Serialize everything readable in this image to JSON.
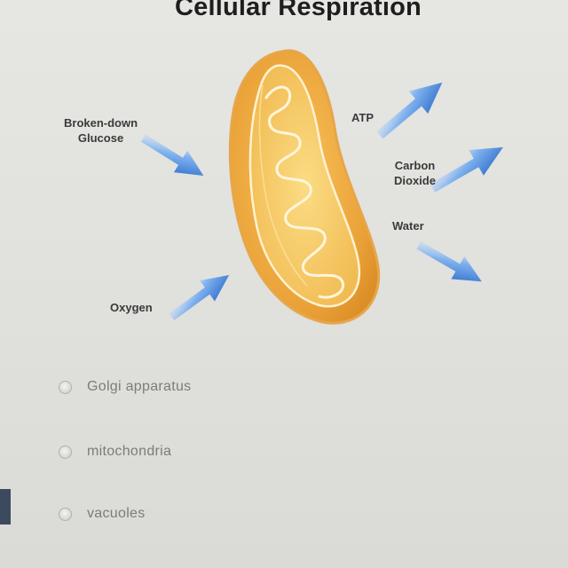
{
  "title": "Cellular Respiration",
  "diagram": {
    "inputs": {
      "broken_down_glucose": [
        "Broken-down",
        "Glucose"
      ],
      "oxygen": "Oxygen"
    },
    "outputs": {
      "atp": "ATP",
      "carbon_dioxide": [
        "Carbon",
        "Dioxide"
      ],
      "water": "Water"
    }
  },
  "options": [
    {
      "label": "Golgi apparatus",
      "selected": false
    },
    {
      "label": "mitochondria",
      "selected": false
    },
    {
      "label": "vacuoles",
      "selected": false
    }
  ],
  "colors": {
    "arrow": "#3b7fd6",
    "organelle": "#e9a83a",
    "organelle_inner": "#f6cf6a",
    "membrane": "#fff4d6"
  }
}
